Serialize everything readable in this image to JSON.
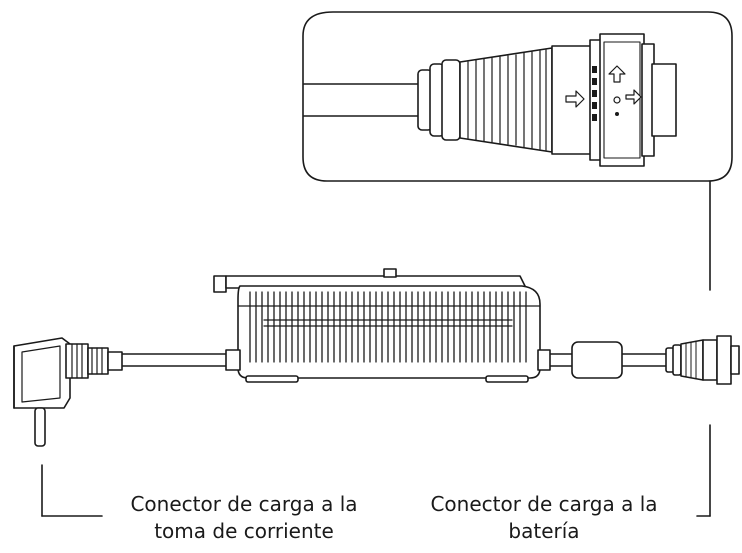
{
  "labels": {
    "wall_connector": {
      "line1": "Conector de carga a la",
      "line2": "toma de corriente"
    },
    "battery_connector": {
      "line1": "Conector de carga a la",
      "line2": "batería"
    }
  },
  "colors": {
    "stroke": "#1a1a1a",
    "fill": "#ffffff",
    "background": "#ffffff"
  },
  "icons": {
    "detail_panel": "battery-connector-closeup",
    "plug": "schuko-plug-icon",
    "charger": "charger-unit"
  }
}
